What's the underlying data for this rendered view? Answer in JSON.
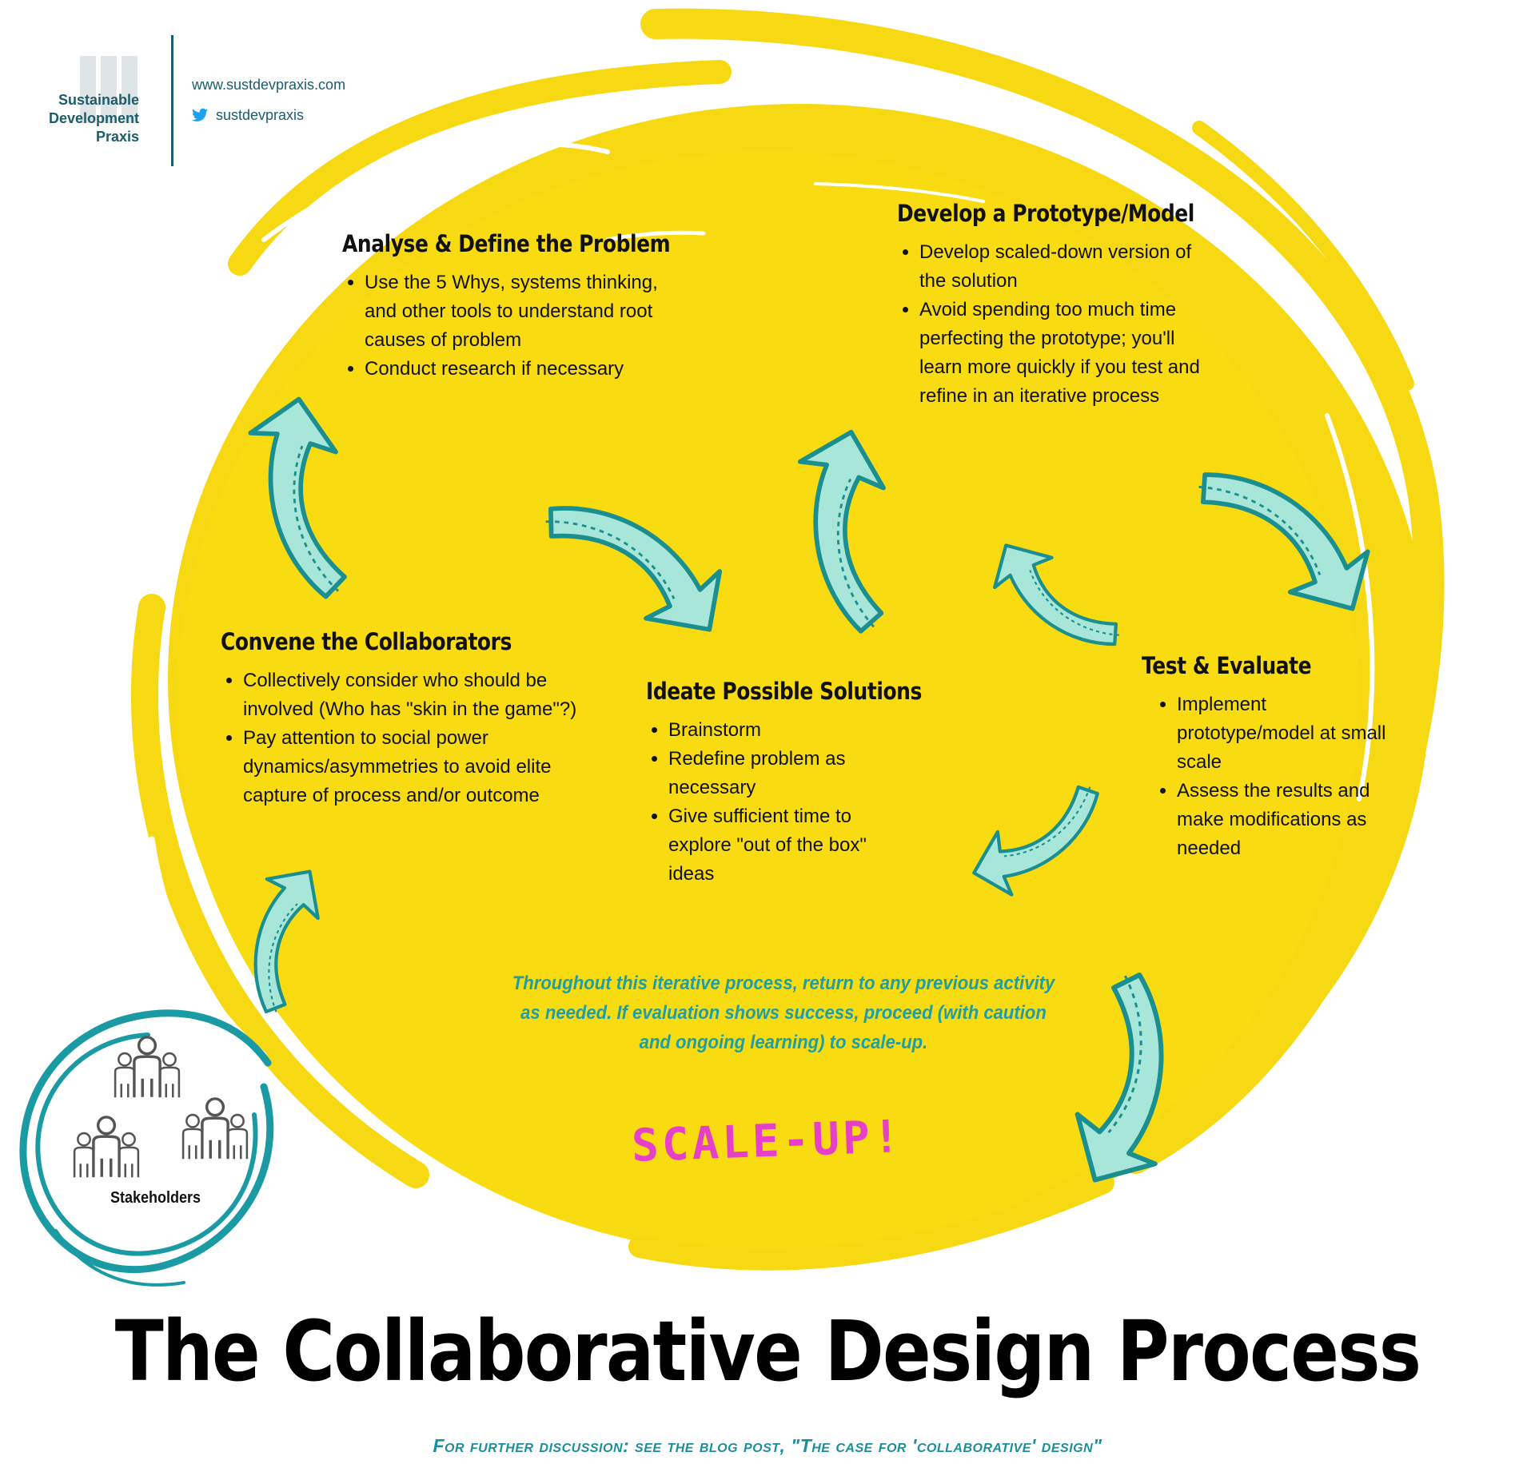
{
  "brand": {
    "name_lines": [
      "Sustainable",
      "Development",
      "Praxis"
    ],
    "website": "www.sustdevpraxis.com",
    "twitter_handle": "sustdevpraxis"
  },
  "steps": [
    {
      "title": "Analyse & Define the Problem",
      "bullets": [
        "Use the 5 Whys, systems thinking, and other tools to understand root causes of problem",
        "Conduct research if necessary"
      ]
    },
    {
      "title": "Develop a Prototype/Model",
      "bullets": [
        "Develop scaled-down version of the solution",
        "Avoid spending too much time perfecting the prototype; you'll learn more quickly if you test and refine in an iterative process"
      ]
    },
    {
      "title": "Convene the Collaborators",
      "bullets": [
        "Collectively consider who should be involved (Who has \"skin in the game\"?)",
        "Pay attention to social power dynamics/asymmetries to avoid elite capture of process and/or outcome"
      ]
    },
    {
      "title": "Ideate Possible Solutions",
      "bullets": [
        "Brainstorm",
        "Redefine problem as necessary",
        "Give sufficient time to explore \"out of the box\" ideas"
      ]
    },
    {
      "title": "Test & Evaluate",
      "bullets": [
        "Implement prototype/model at small scale",
        "Assess the results and make modifications as needed"
      ]
    }
  ],
  "note": "Throughout this iterative process, return to any previous activity as needed. If evaluation shows success, proceed (with caution and ongoing learning) to scale-up.",
  "scale_up": "SCALE-UP!",
  "stakeholders_label": "Stakeholders",
  "title": "The Collaborative Design Process",
  "footer": "For further discussion: see the blog post, \"The case for 'collaborative' design\"",
  "colors": {
    "circle_yellow": "#f7d913",
    "arrow_fill": "#a8e6d9",
    "arrow_edge": "#1b8f8f",
    "teal_ring": "#1a9aa2",
    "accent_teal": "#1e9fa6",
    "scale_up_pink": "#e640c8",
    "brand_teal": "#1c5c6b"
  },
  "icons": [
    "twitter-icon",
    "stakeholders-icon",
    "cycle-arrow-icon"
  ]
}
